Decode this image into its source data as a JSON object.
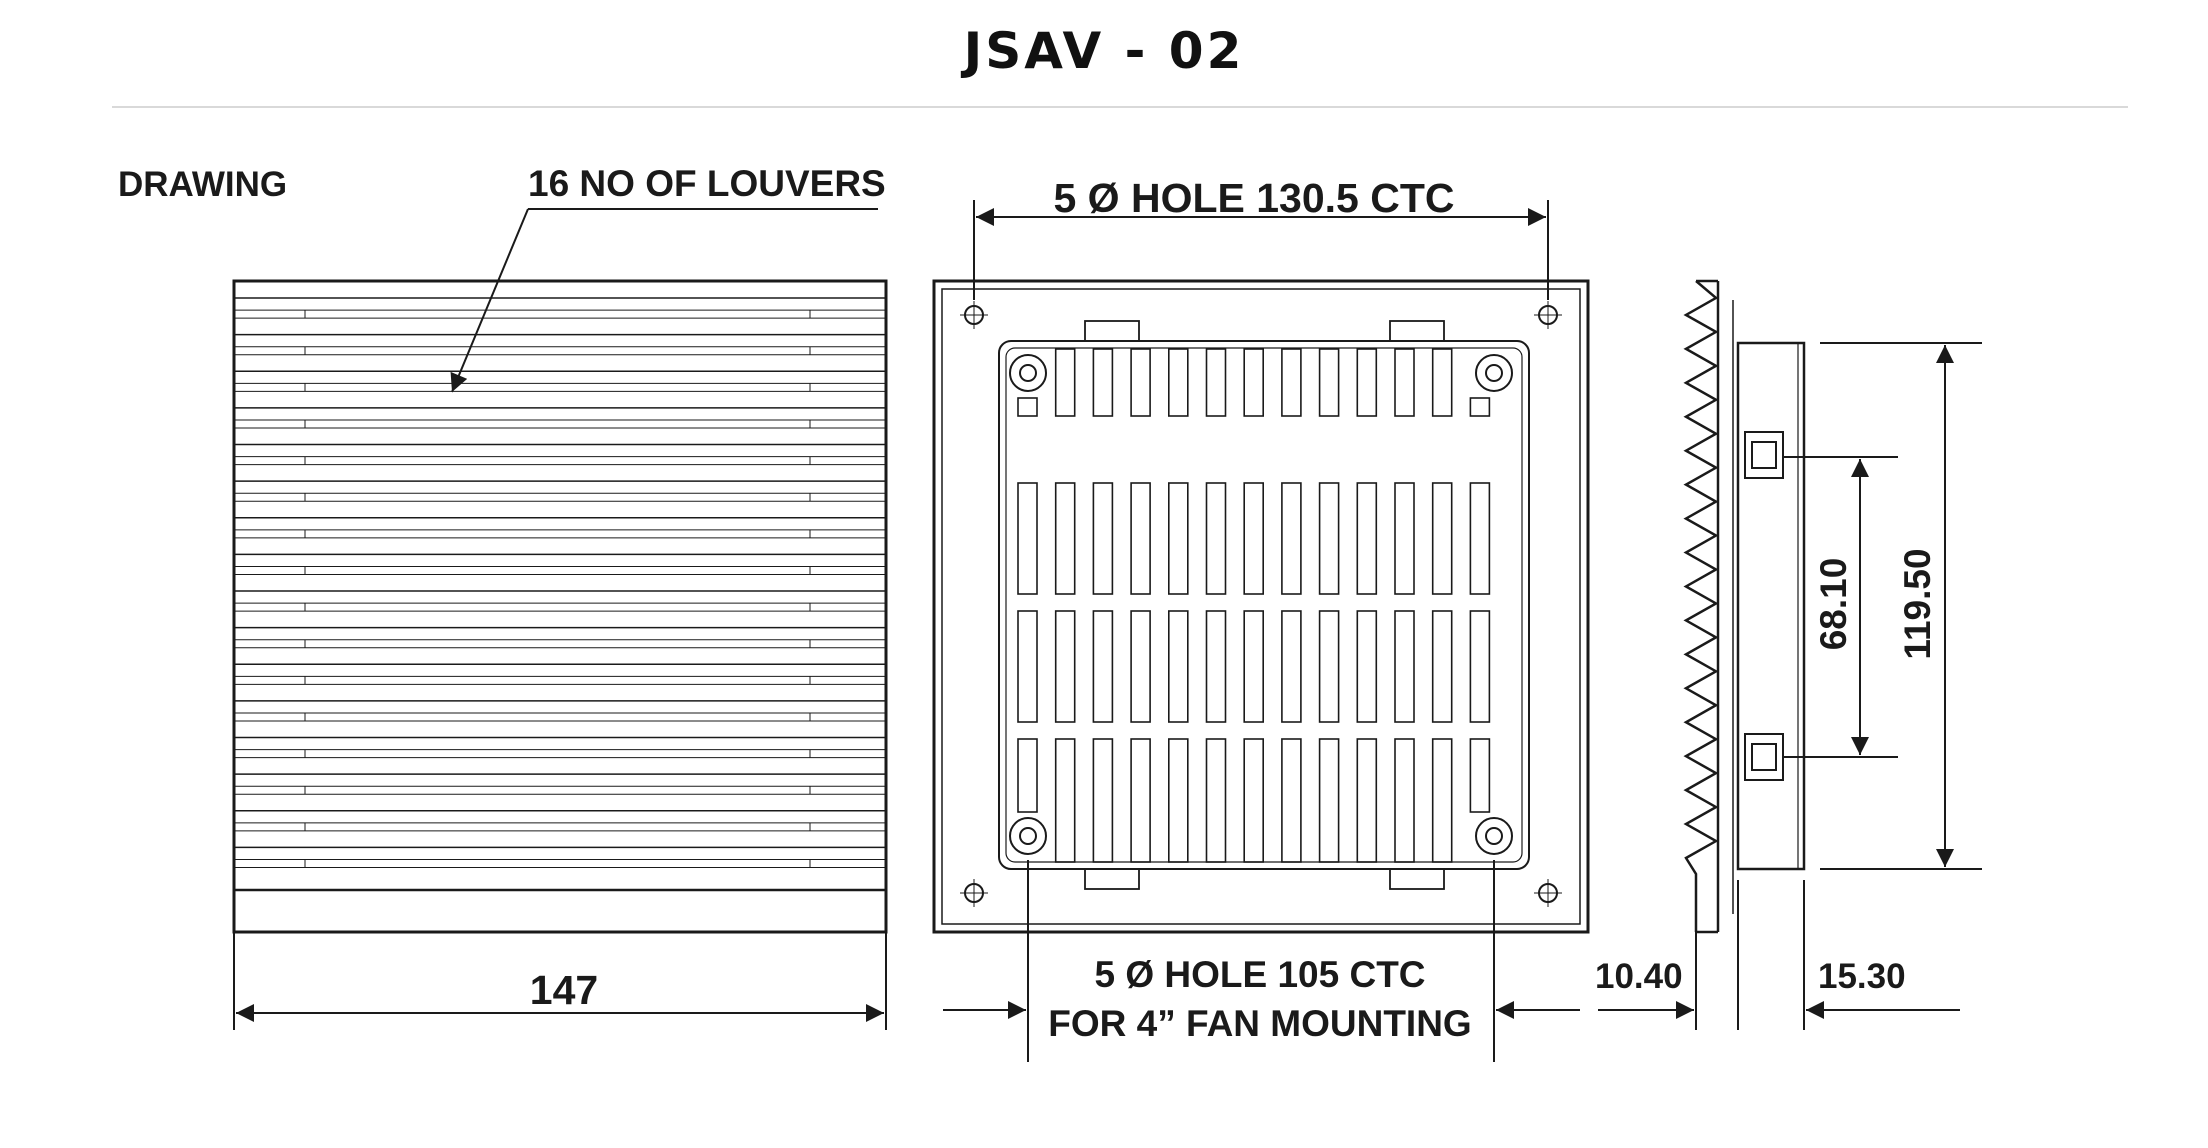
{
  "title": "JSAV - 02",
  "section_label": "DRAWING",
  "louver_note": "16 NO OF LOUVERS",
  "dim_width": "147",
  "dim_top_holes": "5 Ø HOLE 130.5 CTC",
  "dim_bottom_holes": "5 Ø HOLE 105 CTC",
  "dim_bottom_holes_note": "FOR 4” FAN MOUNTING",
  "dim_depth_left": "10.40",
  "dim_depth_right": "15.30",
  "dim_clip_spacing": "68.10",
  "dim_body_height": "119.50",
  "louver_count": 16,
  "colors": {
    "line": "#1a1a1a",
    "background": "#ffffff",
    "rule": "#d9d9d9"
  }
}
